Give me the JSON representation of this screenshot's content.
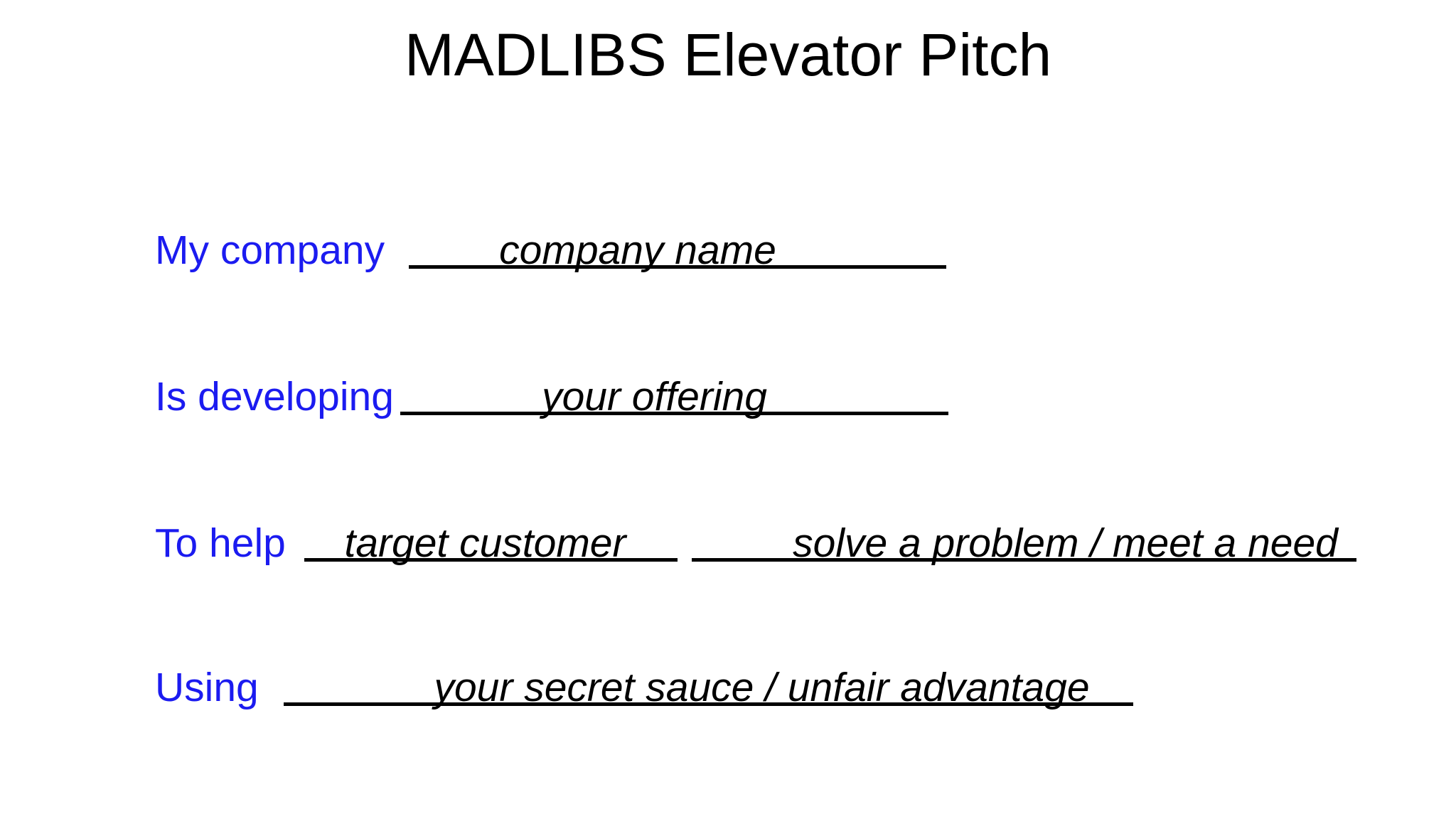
{
  "title": "MADLIBS Elevator Pitch",
  "colors": {
    "label_blue": "#1b1bf0",
    "text_black": "#000000",
    "line_black": "#000000",
    "background": "#ffffff"
  },
  "rows": [
    {
      "label": "My company",
      "blanks": [
        {
          "placeholder": "company name"
        }
      ]
    },
    {
      "label": "Is developing",
      "blanks": [
        {
          "placeholder": "your offering"
        }
      ]
    },
    {
      "label": "To help",
      "blanks": [
        {
          "placeholder": "target customer"
        },
        {
          "placeholder": "solve a problem / meet a need"
        }
      ]
    },
    {
      "label": "Using",
      "blanks": [
        {
          "placeholder": "your secret sauce / unfair advantage"
        }
      ]
    }
  ]
}
